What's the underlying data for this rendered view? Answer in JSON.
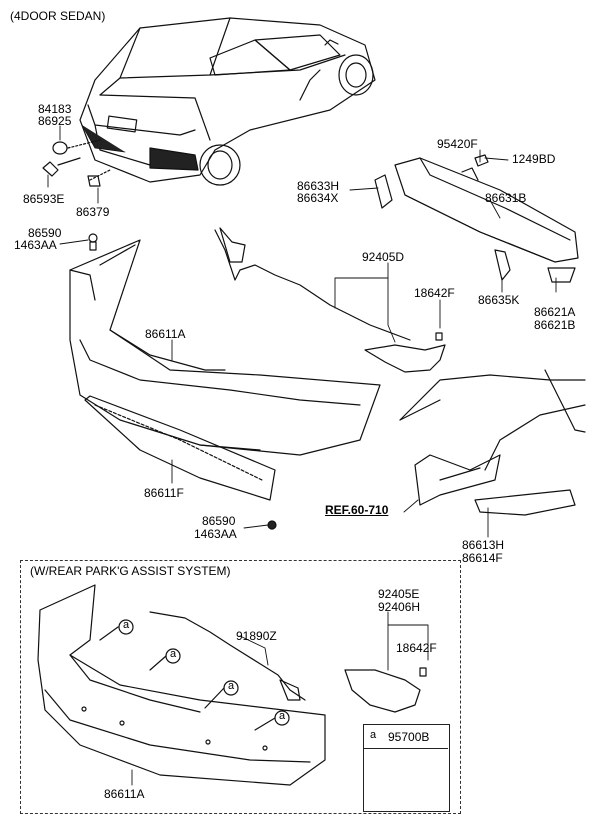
{
  "header": {
    "title": "(4DOOR SEDAN)"
  },
  "labels": {
    "p84183": "84183",
    "p86925": "86925",
    "p86593E": "86593E",
    "p86379": "86379",
    "p86590_top": "86590",
    "p1463AA_top": "1463AA",
    "p86611A_main": "86611A",
    "p86611F": "86611F",
    "p86590_bot": "86590",
    "p1463AA_bot": "1463AA",
    "p95420F": "95420F",
    "p1249BD": "1249BD",
    "p86633H": "86633H",
    "p86634X": "86634X",
    "p86631B": "86631B",
    "p92405D": "92405D",
    "p18642F_top": "18642F",
    "p86635K": "86635K",
    "p86621A": "86621A",
    "p86621B": "86621B",
    "ref": "REF.60-710",
    "p86613H": "86613H",
    "p86614F": "86614F"
  },
  "section2": {
    "title": "(W/REAR PARK'G ASSIST SYSTEM)",
    "p92405E": "92405E",
    "p92406H": "92406H",
    "p18642F": "18642F",
    "p91890Z": "91890Z",
    "p86611A": "86611A",
    "callout_letter": "a",
    "legend_part": "95700B"
  }
}
